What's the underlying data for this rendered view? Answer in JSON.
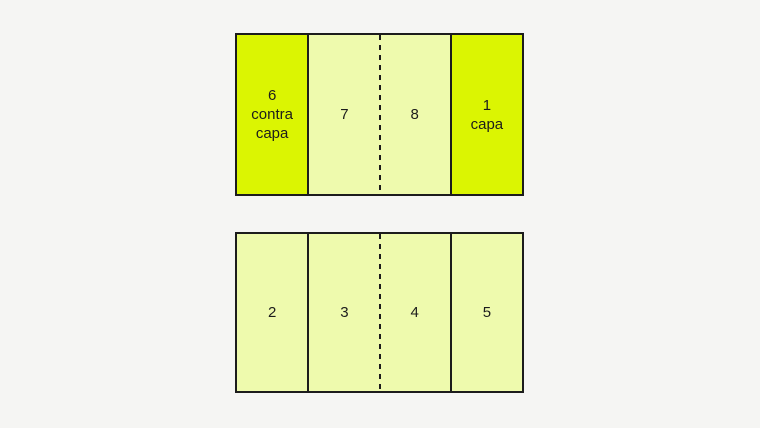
{
  "diagram": {
    "kind": "zine-imposition",
    "colors": {
      "background": "#f5f5f3",
      "cover_fill": "#dbf502",
      "page_fill": "#eefaad",
      "line": "#1c1c1c"
    },
    "sheets": [
      {
        "id": "outer-side",
        "fold": "dashed-center",
        "panels": [
          {
            "label": "6\ncontra\ncapa",
            "role": "back-cover"
          },
          {
            "label": "7",
            "role": "page"
          },
          {
            "label": "8",
            "role": "page"
          },
          {
            "label": "1\ncapa",
            "role": "front-cover"
          }
        ]
      },
      {
        "id": "inner-side",
        "fold": "dashed-center",
        "panels": [
          {
            "label": "2",
            "role": "page"
          },
          {
            "label": "3",
            "role": "page"
          },
          {
            "label": "4",
            "role": "page"
          },
          {
            "label": "5",
            "role": "page"
          }
        ]
      }
    ]
  }
}
